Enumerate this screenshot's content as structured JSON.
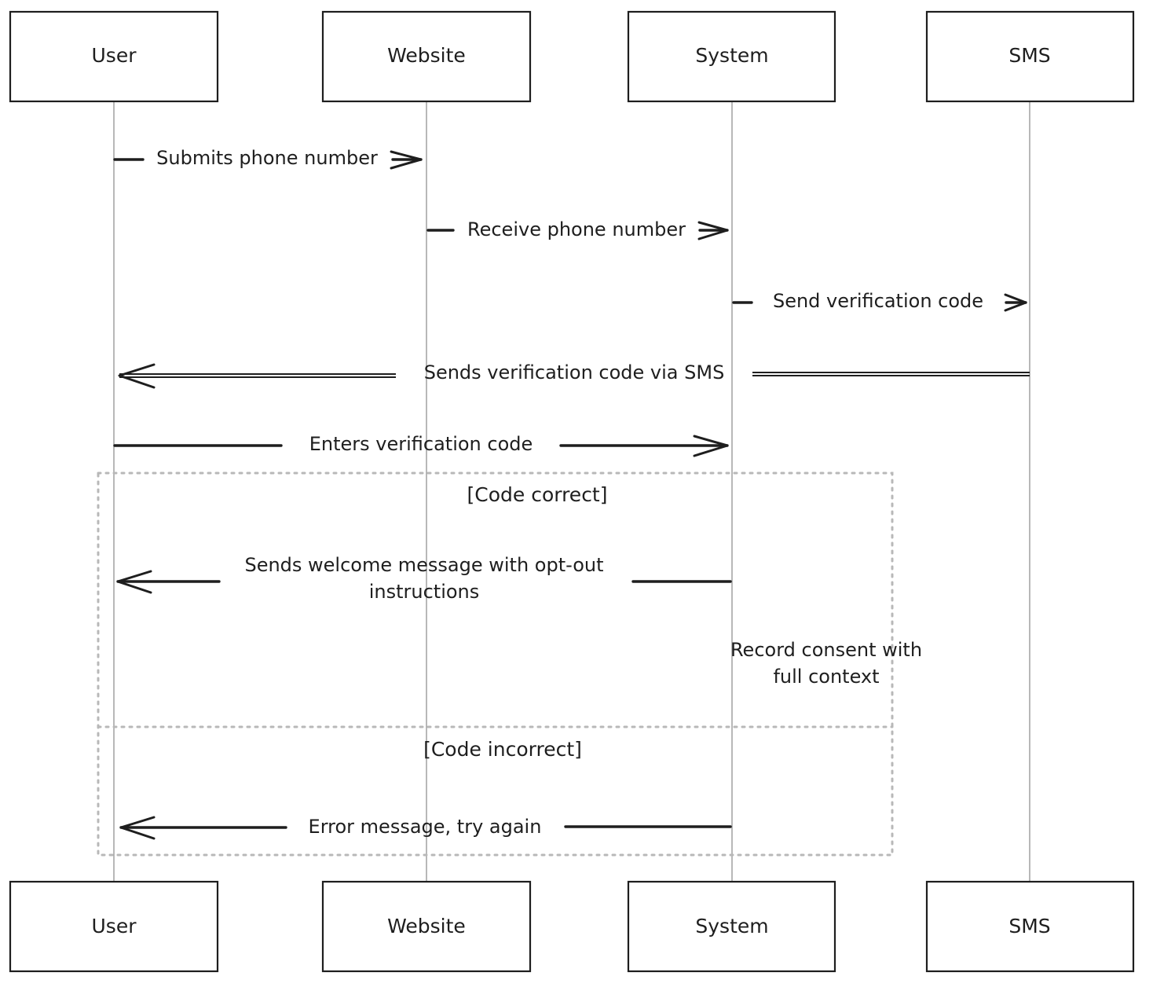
{
  "actors": [
    {
      "id": "user",
      "name": "User"
    },
    {
      "id": "website",
      "name": "Website"
    },
    {
      "id": "system",
      "name": "System"
    },
    {
      "id": "sms",
      "name": "SMS"
    }
  ],
  "messages": [
    {
      "from": "user",
      "to": "website",
      "text": "Submits phone number",
      "style": "short"
    },
    {
      "from": "website",
      "to": "system",
      "text": "Receive phone number",
      "style": "short"
    },
    {
      "from": "system",
      "to": "sms",
      "text": "Send verification code",
      "style": "short"
    },
    {
      "from": "sms",
      "to": "user",
      "text": "Sends verification code via SMS",
      "style": "double"
    },
    {
      "from": "user",
      "to": "system",
      "text": "Enters verification code",
      "style": "solid"
    }
  ],
  "alt_frame": {
    "sections": [
      {
        "condition": "[Code correct]",
        "messages": [
          {
            "from": "system",
            "to": "user",
            "lines": [
              "Sends welcome message with opt-out",
              "instructions"
            ]
          }
        ],
        "note": {
          "over": "system",
          "lines": [
            "Record consent with",
            "full context"
          ]
        }
      },
      {
        "condition": "[Code incorrect]",
        "messages": [
          {
            "from": "system",
            "to": "user",
            "lines": [
              "Error message, try again"
            ]
          }
        ]
      }
    ]
  }
}
